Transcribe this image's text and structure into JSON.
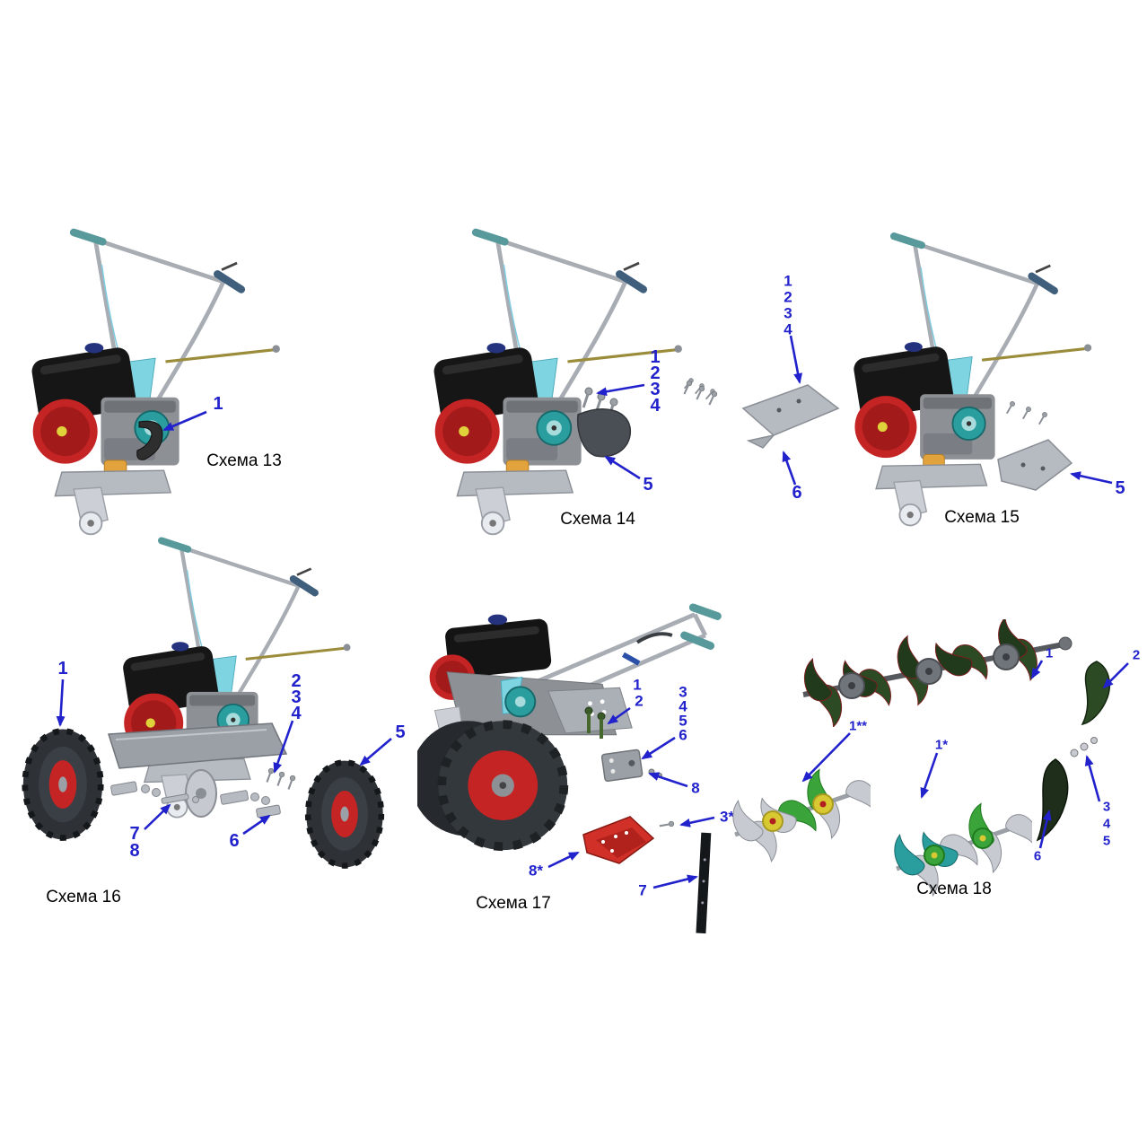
{
  "colors": {
    "background": "#ffffff",
    "callout": "#2222cc",
    "arrow": "#2222cc",
    "label": "#000000"
  },
  "schemes": [
    {
      "label": "Схема 13",
      "callouts": [
        {
          "text": "1"
        }
      ]
    },
    {
      "label": "Схема 14",
      "callouts": [
        {
          "text": "1"
        },
        {
          "text": "2"
        },
        {
          "text": "3"
        },
        {
          "text": "4"
        },
        {
          "text": "5"
        }
      ]
    },
    {
      "label": "Схема 15",
      "callouts": [
        {
          "text": "1"
        },
        {
          "text": "2"
        },
        {
          "text": "3"
        },
        {
          "text": "4"
        },
        {
          "text": "5"
        },
        {
          "text": "6"
        }
      ]
    },
    {
      "label": "Схема 16",
      "callouts": [
        {
          "text": "1"
        },
        {
          "text": "2"
        },
        {
          "text": "3"
        },
        {
          "text": "4"
        },
        {
          "text": "5"
        },
        {
          "text": "6"
        },
        {
          "text": "7"
        },
        {
          "text": "8"
        }
      ]
    },
    {
      "label": "Схема 17",
      "callouts": [
        {
          "text": "1"
        },
        {
          "text": "2"
        },
        {
          "text": "3"
        },
        {
          "text": "4"
        },
        {
          "text": "5"
        },
        {
          "text": "6"
        },
        {
          "text": "7"
        },
        {
          "text": "8"
        },
        {
          "text": "3*"
        },
        {
          "text": "8*"
        }
      ]
    },
    {
      "label": "Схема 18",
      "callouts": [
        {
          "text": "1"
        },
        {
          "text": "2"
        },
        {
          "text": "1*"
        },
        {
          "text": "1**"
        },
        {
          "text": "3"
        },
        {
          "text": "4"
        },
        {
          "text": "5"
        },
        {
          "text": "6"
        }
      ]
    }
  ]
}
